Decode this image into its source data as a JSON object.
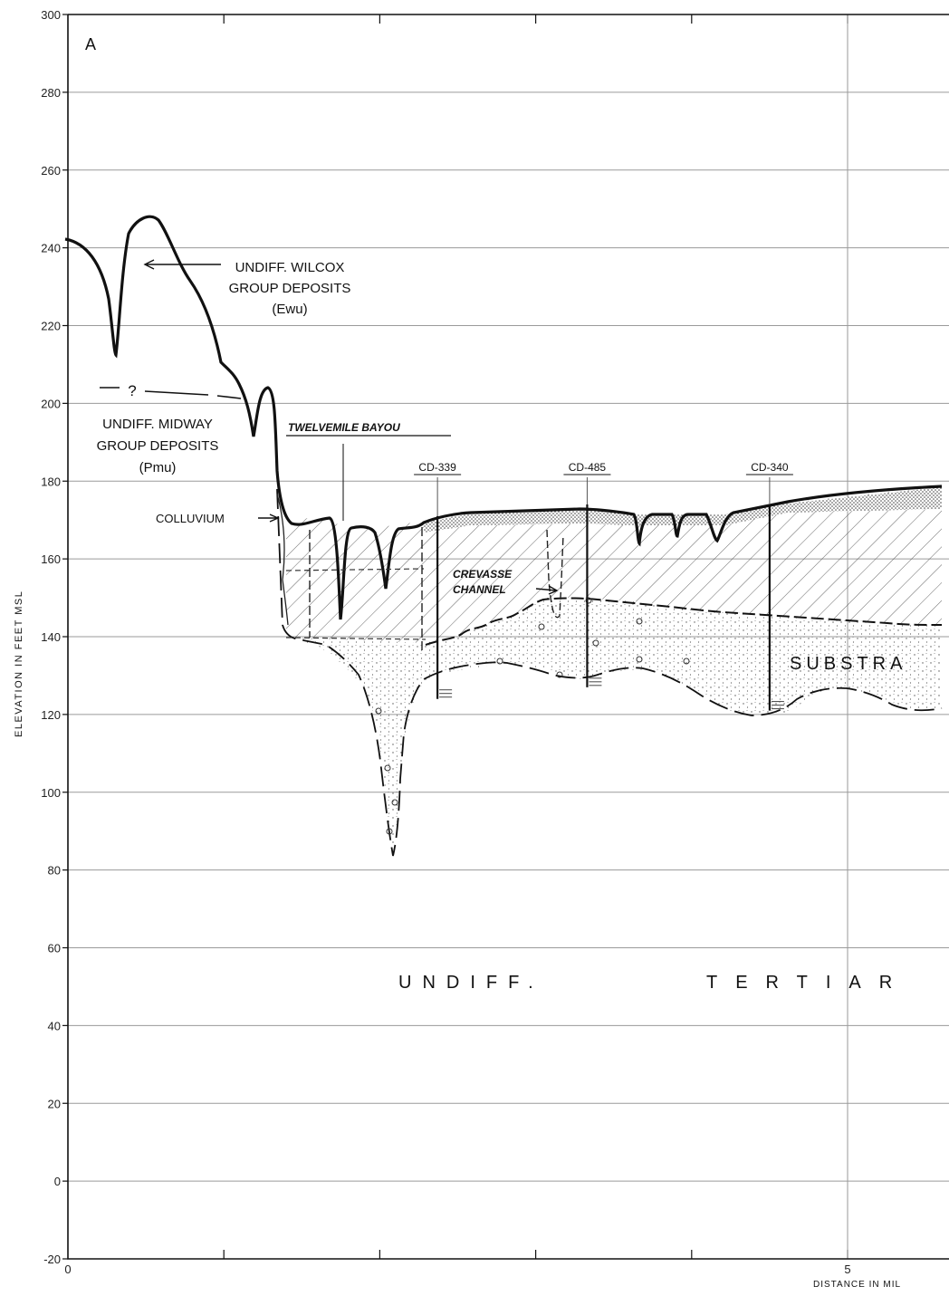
{
  "figure": {
    "panel_letter": "A",
    "y_axis_label": "ELEVATION IN FEET MSL",
    "x_axis_label": "DISTANCE IN MIL",
    "y_ticks": [
      "300",
      "280",
      "260",
      "240",
      "220",
      "200",
      "180",
      "160",
      "140",
      "120",
      "100",
      "80",
      "60",
      "40",
      "20",
      "0",
      "-20"
    ],
    "x_ticks": [
      "0",
      "5"
    ],
    "y_range": [
      -20,
      300
    ],
    "x_range": [
      0,
      5.6
    ]
  },
  "labels": {
    "wilcox_1": "UNDIFF. WILCOX",
    "wilcox_2": "GROUP DEPOSITS",
    "wilcox_3": "(Ewu)",
    "midway_q": "?",
    "midway_1": "UNDIFF. MIDWAY",
    "midway_2": "GROUP DEPOSITS",
    "midway_3": "(Pmu)",
    "bayou": "TWELVEMILE BAYOU",
    "colluvium": "COLLUVIUM",
    "crevasse_1": "CREVASSE",
    "crevasse_2": "CHANNEL",
    "substratum": "SUBSTRA",
    "tertiary_1": "UNDIFF.",
    "tertiary_2": "TERTIAR"
  },
  "borings": [
    {
      "id": "CD-339",
      "distance_mi": 2.37,
      "top_ft": 171,
      "bottom_ft": 124
    },
    {
      "id": "CD-485",
      "distance_mi": 3.33,
      "top_ft": 174,
      "bottom_ft": 127
    },
    {
      "id": "CD-340",
      "distance_mi": 4.5,
      "top_ft": 174,
      "bottom_ft": 121
    }
  ],
  "colors": {
    "ink": "#111111",
    "grid": "#9a9a9a",
    "paper": "#ffffff"
  }
}
